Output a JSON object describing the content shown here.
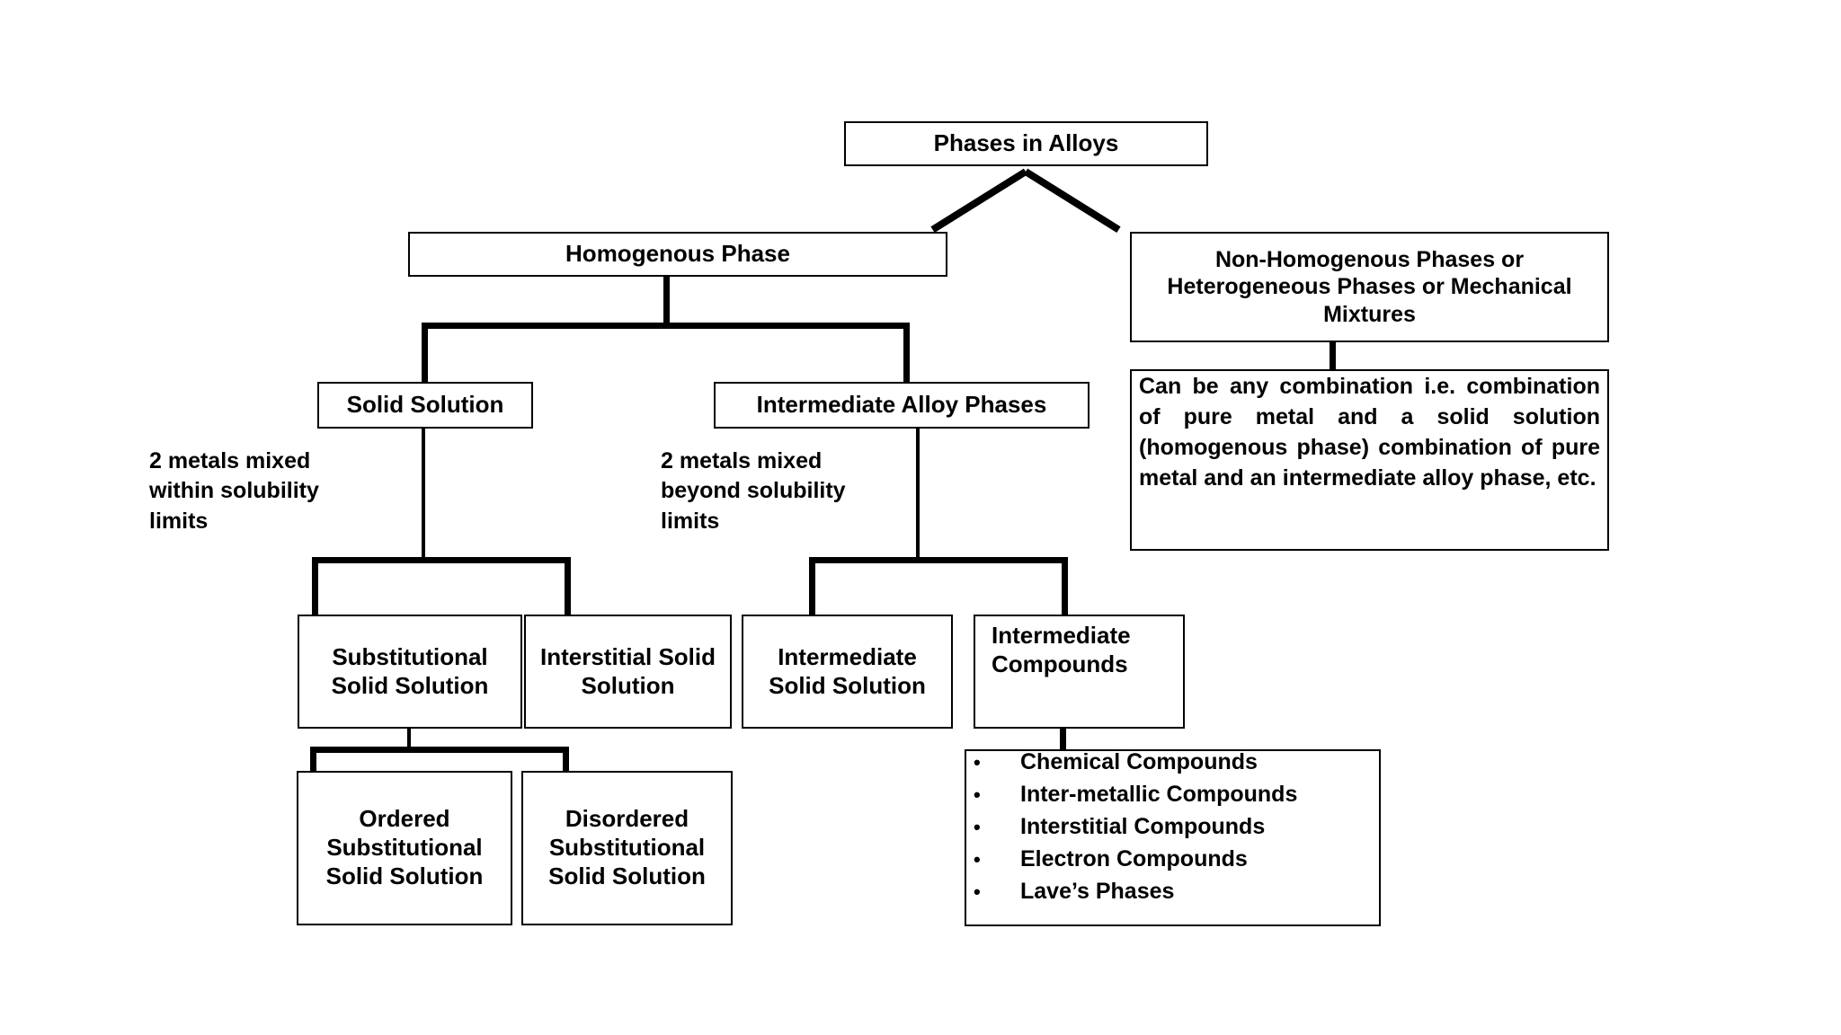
{
  "diagram": {
    "title": "Phases in Alloys",
    "root": {
      "label": "Phases in Alloys"
    },
    "level1": {
      "homogenous": {
        "label": "Homogenous Phase"
      },
      "non_homogenous": {
        "label": "Non-Homogenous Phases or Heterogeneous Phases or Mechanical Mixtures"
      }
    },
    "level2": {
      "solid_solution": {
        "label": "Solid Solution"
      },
      "intermediate_alloy_phases": {
        "label": "Intermediate Alloy Phases"
      },
      "non_homogenous_description": {
        "text": "Can be any combination i.e. combination of pure metal and a solid solution (homogenous phase) combination of pure metal and an intermediate alloy phase, etc."
      }
    },
    "notes": {
      "solid_solution_note": "2 metals mixed within solubility limits",
      "intermediate_note": "2 metals mixed beyond solubility limits"
    },
    "level3": {
      "substitutional": {
        "label": "Substitutional Solid Solution"
      },
      "interstitial": {
        "label": "Interstitial Solid Solution"
      },
      "intermediate_solid_solution": {
        "label": "Intermediate Solid Solution"
      },
      "intermediate_compounds": {
        "label": "Intermediate Compounds"
      }
    },
    "level4": {
      "ordered": {
        "label": "Ordered Substitutional Solid Solution"
      },
      "disordered": {
        "label": "Disordered Substitutional Solid Solution"
      },
      "compound_types": {
        "bullet_glyph": "•",
        "items": [
          "Chemical Compounds",
          "Inter-metallic Compounds",
          "Interstitial Compounds",
          "Electron Compounds",
          "Lave’s Phases"
        ]
      }
    },
    "colors": {
      "line": "#000000",
      "box_border": "#000000",
      "box_fill": "#FFFFFF",
      "text": "#000000",
      "page_background": "#FFFFFF"
    }
  }
}
